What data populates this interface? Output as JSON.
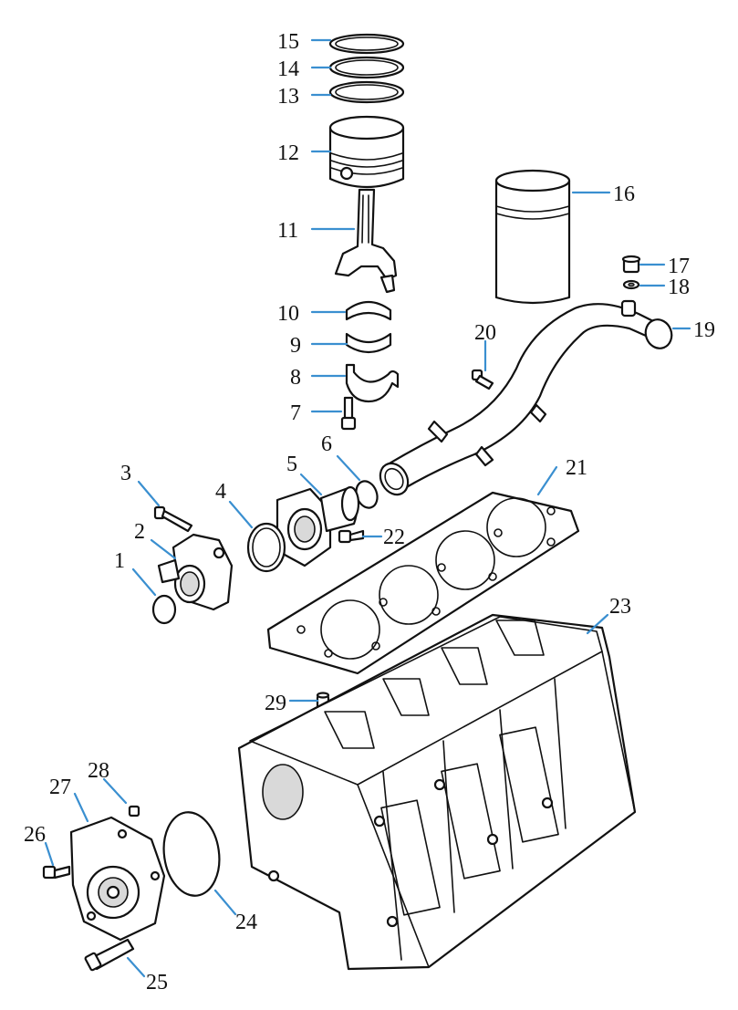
{
  "diagram": {
    "title": "",
    "leader_color": "#3a8fd0",
    "callouts": [
      {
        "num": "1"
      },
      {
        "num": "2"
      },
      {
        "num": "3"
      },
      {
        "num": "4"
      },
      {
        "num": "5"
      },
      {
        "num": "6"
      },
      {
        "num": "7"
      },
      {
        "num": "8"
      },
      {
        "num": "9"
      },
      {
        "num": "10"
      },
      {
        "num": "11"
      },
      {
        "num": "12"
      },
      {
        "num": "13"
      },
      {
        "num": "14"
      },
      {
        "num": "15"
      },
      {
        "num": "16"
      },
      {
        "num": "17"
      },
      {
        "num": "18"
      },
      {
        "num": "19"
      },
      {
        "num": "20"
      },
      {
        "num": "21"
      },
      {
        "num": "22"
      },
      {
        "num": "23"
      },
      {
        "num": "24"
      },
      {
        "num": "25"
      },
      {
        "num": "26"
      },
      {
        "num": "27"
      },
      {
        "num": "28"
      },
      {
        "num": "29"
      }
    ]
  }
}
